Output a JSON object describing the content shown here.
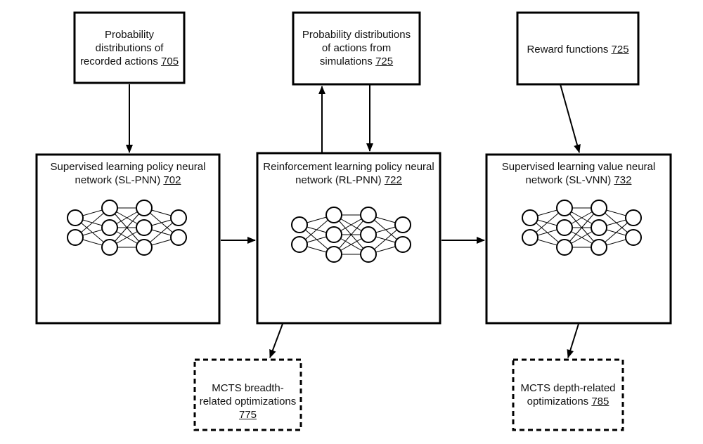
{
  "boxes": {
    "recorded": {
      "text": "Probability distributions of recorded actions",
      "ref": "705"
    },
    "simulations": {
      "text": "Probability distributions of actions from simulations",
      "ref": "725"
    },
    "reward": {
      "text": "Reward functions",
      "ref": "725"
    },
    "sl_pnn": {
      "text": "Supervised learning policy neural network (SL-PNN)",
      "ref": "702"
    },
    "rl_pnn": {
      "text": "Reinforcement learning policy neural network (RL-PNN)",
      "ref": "722"
    },
    "sl_vnn": {
      "text": "Supervised learning value neural network (SL-VNN)",
      "ref": "732"
    },
    "mcts_breadth": {
      "text": "MCTS breadth-related optimizations",
      "ref": "775"
    },
    "mcts_depth": {
      "text": "MCTS depth-related optimizations",
      "ref": "785"
    }
  },
  "network_layers": [
    2,
    3,
    3,
    2
  ]
}
